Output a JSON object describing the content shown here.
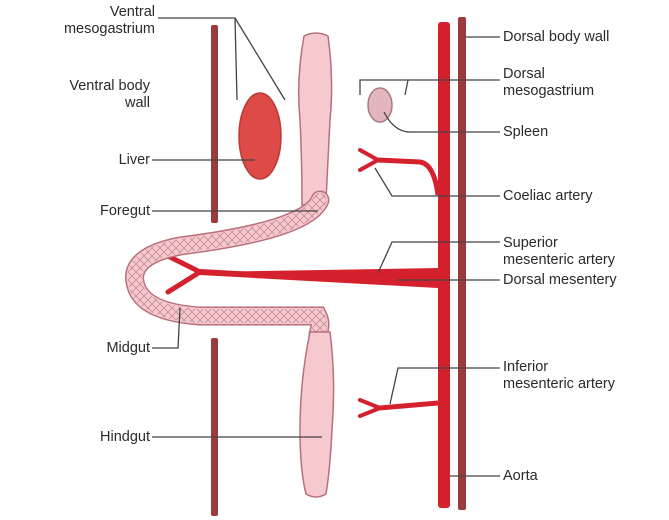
{
  "labels": {
    "ventral_mesogastrium": "Ventral\nmesogastrium",
    "ventral_body_wall": "Ventral body\nwall",
    "liver": "Liver",
    "foregut": "Foregut",
    "midgut": "Midgut",
    "hindgut": "Hindgut",
    "dorsal_body_wall": "Dorsal body wall",
    "dorsal_mesogastrium": "Dorsal\nmesogastrium",
    "spleen": "Spleen",
    "coeliac_artery": "Coeliac artery",
    "superior_mesenteric_artery": "Superior\nmesenteric artery",
    "dorsal_mesentery": "Dorsal mesentery",
    "inferior_mesenteric_artery": "Inferior\nmesenteric artery",
    "aorta": "Aorta"
  },
  "colors": {
    "body_wall": "#9b3b3b",
    "aorta": "#d5202e",
    "gut_fill": "#f5c9ce",
    "gut_stroke": "#b8707a",
    "liver": "#de4a45",
    "spleen": "#e3b6bd",
    "leader_line": "#444444",
    "text": "#2a2a2a"
  }
}
